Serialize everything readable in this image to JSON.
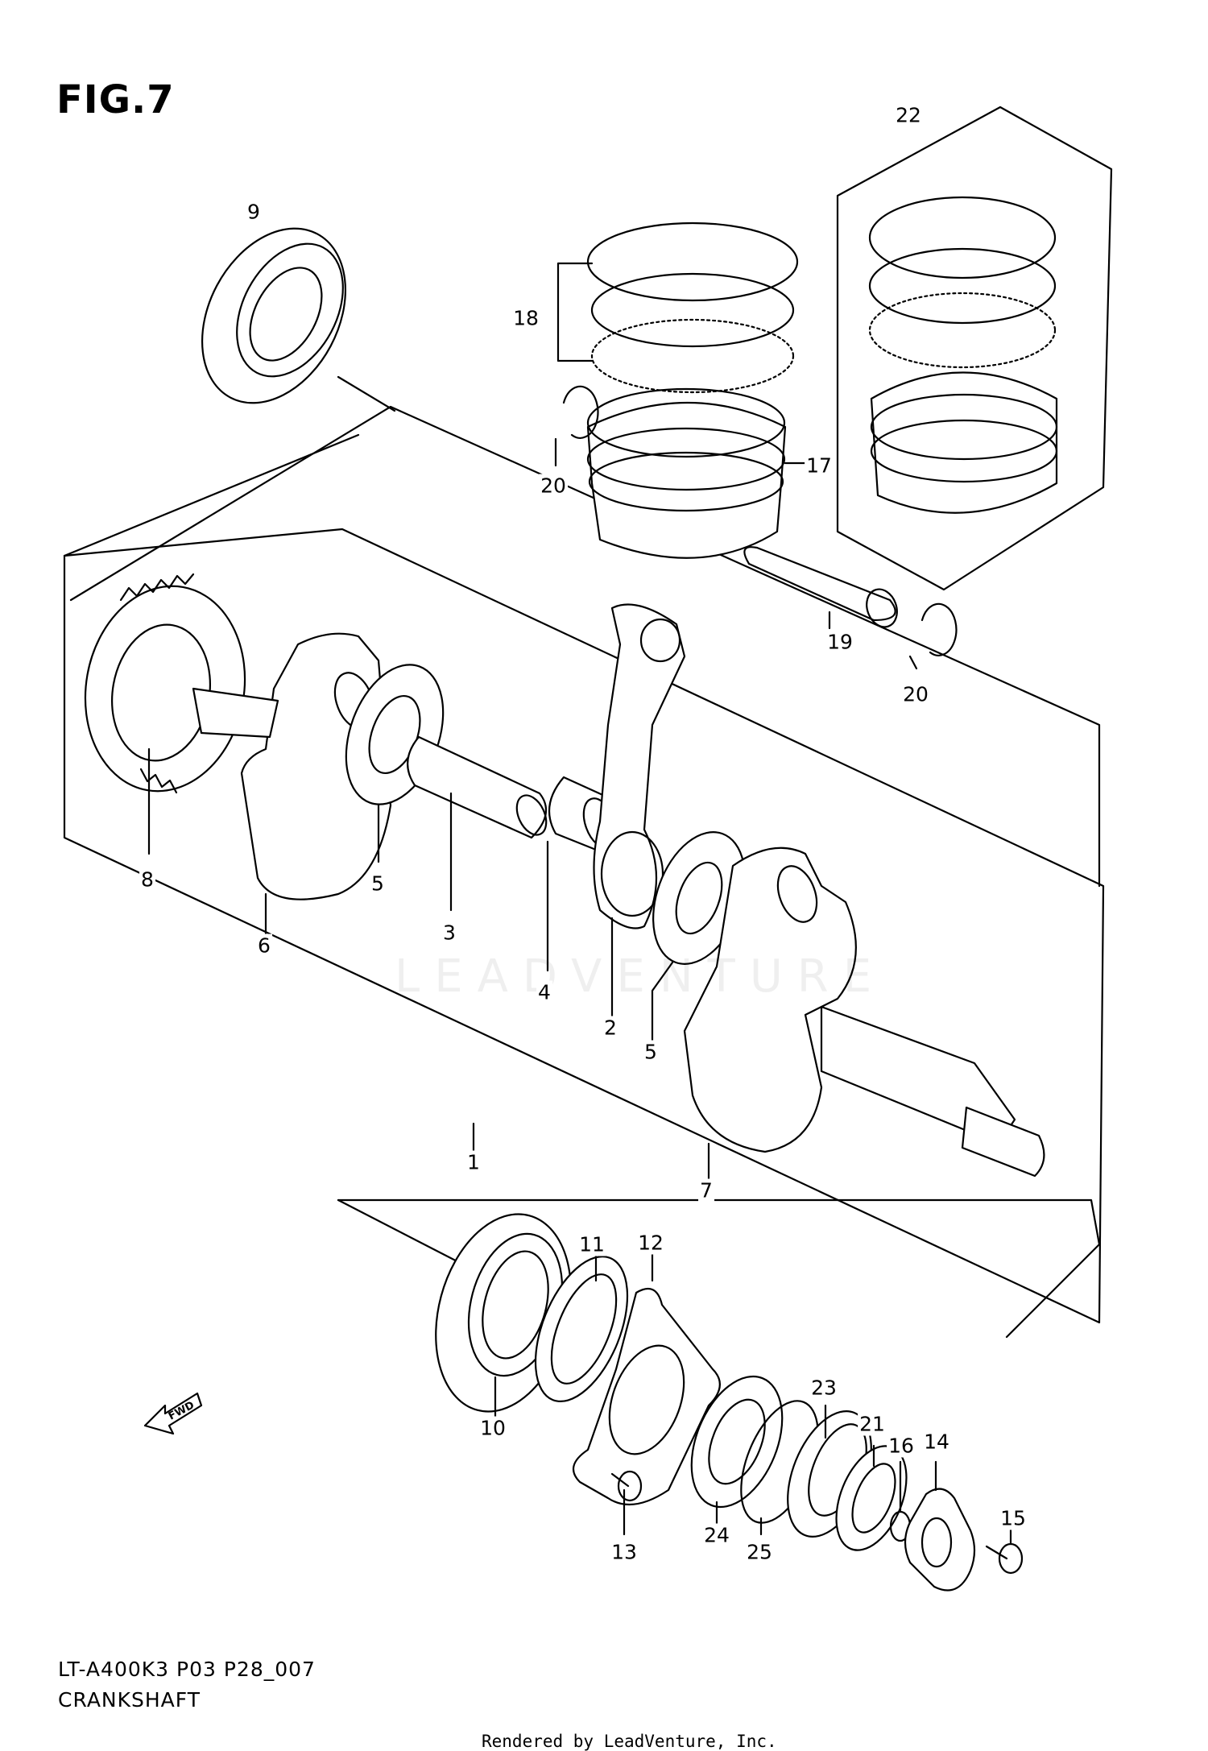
{
  "figure": {
    "title": "FIG.7",
    "model_code": "LT-A400K3 P03 P28_007",
    "section_name": "CRANKSHAFT",
    "credit": "Rendered by LeadVenture, Inc.",
    "watermark": "LEADVENTURE",
    "direction_badge": "FWD"
  },
  "callouts": {
    "c1": "1",
    "c2": "2",
    "c3": "3",
    "c4": "4",
    "c5a": "5",
    "c5b": "5",
    "c6": "6",
    "c7": "7",
    "c8": "8",
    "c9": "9",
    "c10": "10",
    "c11": "11",
    "c12": "12",
    "c13": "13",
    "c14": "14",
    "c15": "15",
    "c16": "16",
    "c17": "17",
    "c18": "18",
    "c19": "19",
    "c20a": "20",
    "c20b": "20",
    "c21": "21",
    "c22": "22",
    "c23": "23",
    "c24": "24",
    "c25": "25"
  },
  "icons": {
    "fwd_arrow": "fwd-arrow-icon"
  }
}
